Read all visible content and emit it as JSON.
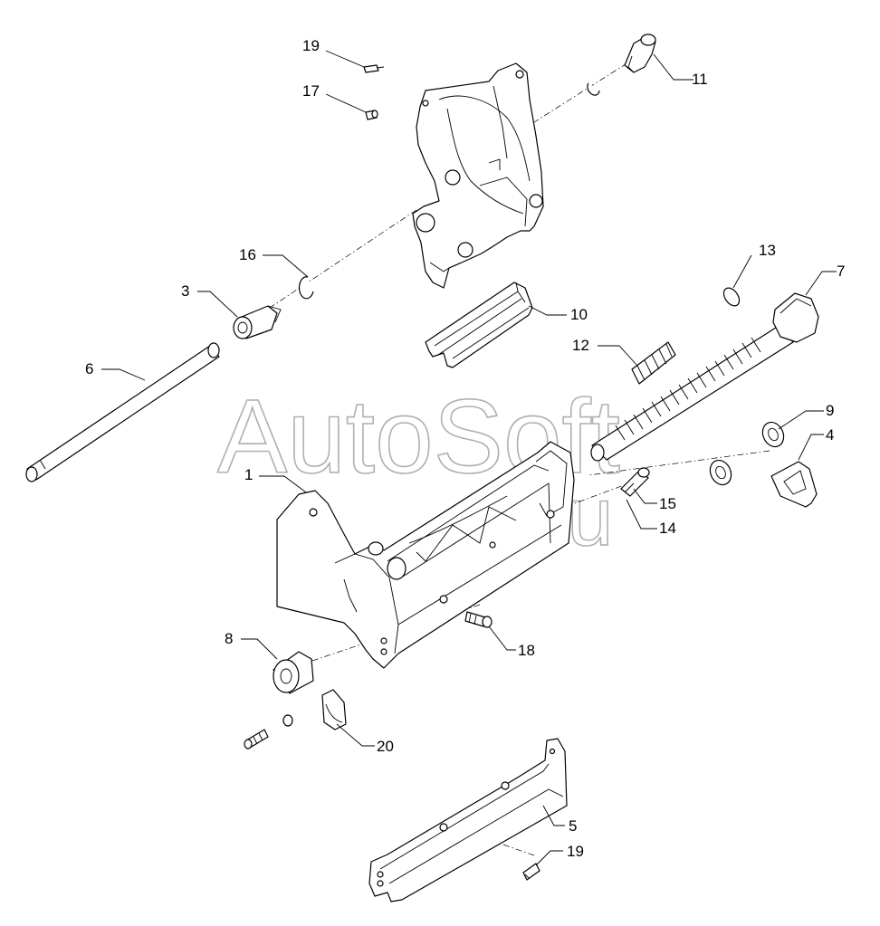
{
  "watermark": {
    "line1": "AutoSoft",
    "line2": ".ru"
  },
  "callouts": {
    "c1": "1",
    "c3": "3",
    "c4": "4",
    "c5": "5",
    "c6": "6",
    "c7": "7",
    "c8": "8",
    "c9": "9",
    "c10": "10",
    "c11": "11",
    "c12": "12",
    "c13": "13",
    "c14": "14",
    "c15": "15",
    "c16": "16",
    "c17": "17",
    "c18": "18",
    "c19a": "19",
    "c19b": "19",
    "c20": "20"
  }
}
